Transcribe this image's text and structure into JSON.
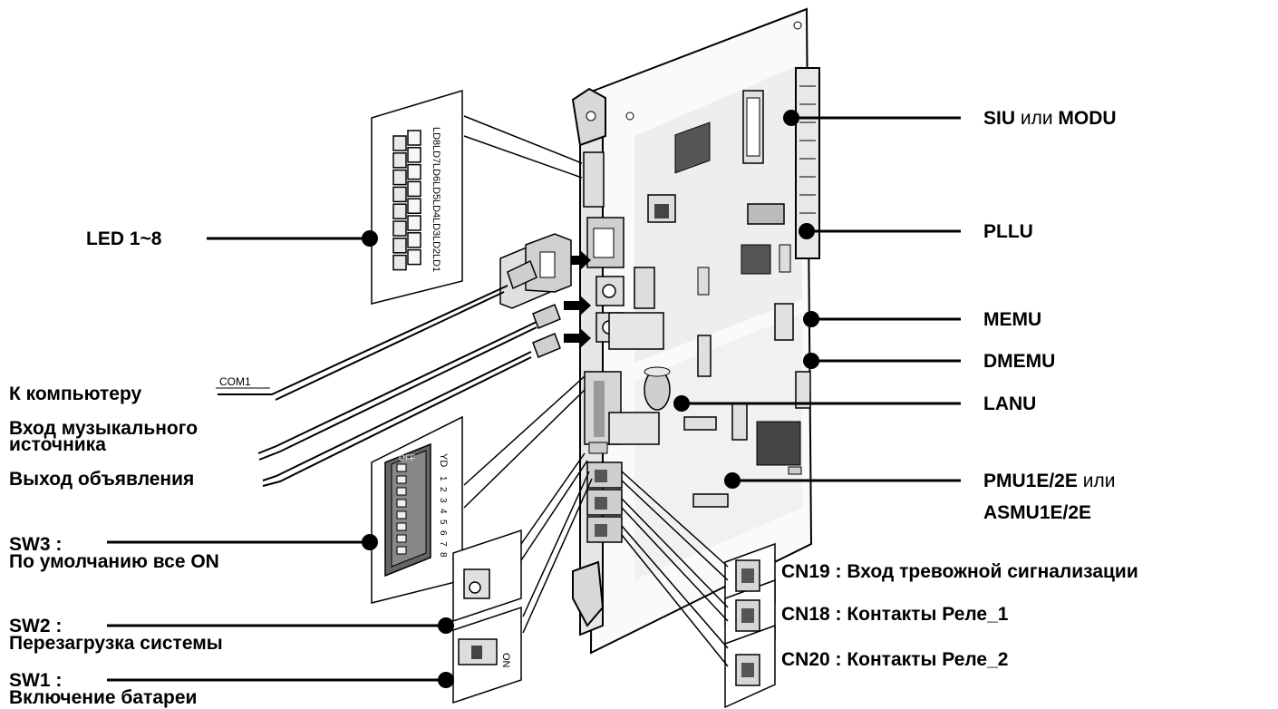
{
  "labels": {
    "siu": {
      "a": "SIU",
      "or": "или",
      "b": "MODU"
    },
    "pllu": "PLLU",
    "memu": "MEMU",
    "dmemu": "DMEMU",
    "lanu": "LANU",
    "pmu": {
      "a": "PMU1E/2E",
      "or": "или",
      "b": "ASMU1E/2E"
    },
    "led": "LED 1~8",
    "computer": "К компьютеру",
    "com1": "COM1",
    "music_in": {
      "line1": "Вход музыкального",
      "line2": "источника"
    },
    "announce_out": "Выход объявления",
    "sw3": {
      "line1": "SW3 :",
      "line2": "По умолчанию все ON"
    },
    "sw2": {
      "line1": "SW2 :",
      "line2": "Перезагрузка системы"
    },
    "sw1": {
      "line1": "SW1 :",
      "line2": "Включение батареи"
    },
    "cn19": "CN19 : Вход тревожной сигнализации",
    "cn18": "CN18 : Контакты Реле_1",
    "cn20": "CN20 : Контакты Реле_2"
  },
  "led_header": [
    "LD8",
    "LD7",
    "LD6",
    "LD5",
    "LD4",
    "LD3",
    "LD2",
    "LD1"
  ],
  "dip_header": "YD",
  "dip_off": "OFF",
  "dip_numbers": [
    "1",
    "2",
    "3",
    "4",
    "5",
    "6",
    "7",
    "8"
  ],
  "sw1_mark": "ON"
}
